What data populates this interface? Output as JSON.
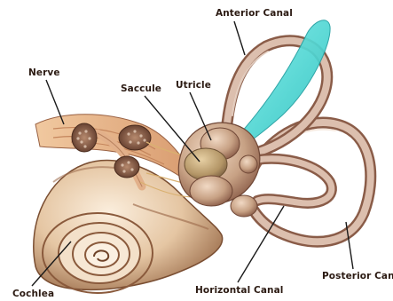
{
  "labels": {
    "anterior_canal": "Anterior Canal",
    "nerve": "Nerve",
    "saccule": "Saccule",
    "utricle": "Utricle",
    "posterior_canal": "Posterior Canal",
    "horizontal_canal": "Horizontal Canal",
    "cochlea": "Cochlea"
  },
  "colors": {
    "bone": "#e9cfb1",
    "bone_shadow": "#b98c66",
    "bone_dark": "#7a4e32",
    "membrane": "#d9b8a8",
    "membrane_shadow": "#9a6a5a",
    "vestibule": "#c9a07e",
    "nerve_tan": "#e8b58a",
    "ampulla_cyan": "#3fd6d2",
    "leader": "#1a1a1a"
  }
}
